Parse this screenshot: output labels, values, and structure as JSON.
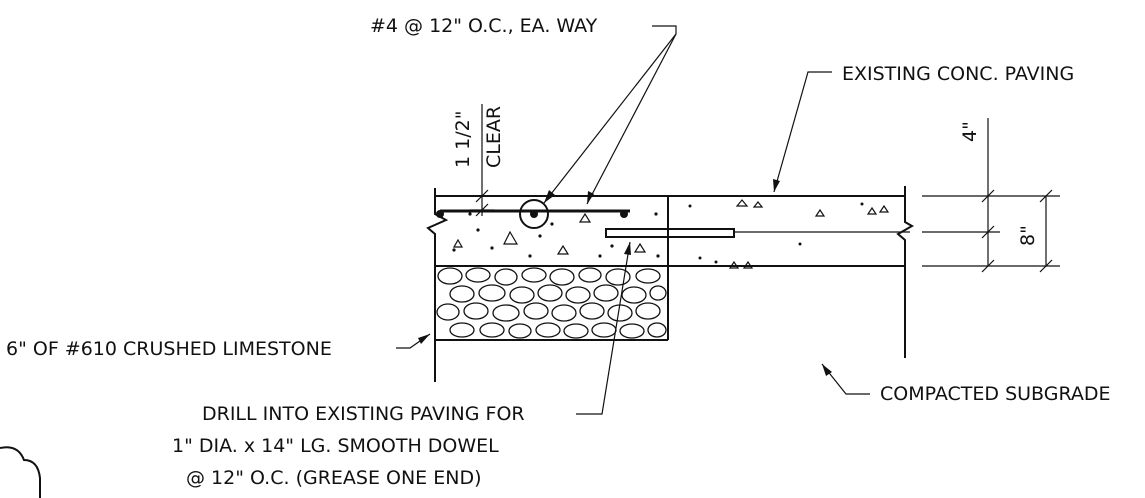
{
  "labels": {
    "rebar_callout": "#4 @ 12\" O.C., EA. WAY",
    "existing_paving": "EXISTING CONC. PAVING",
    "clear_cover_value": "1 1/2\"",
    "clear_cover_word": "CLEAR",
    "dim_top": "4\"",
    "dim_total": "8\"",
    "limestone": "6\" OF #610 CRUSHED LIMESTONE",
    "subgrade": "COMPACTED SUBGRADE",
    "dowel_line1": "DRILL INTO EXISTING PAVING FOR",
    "dowel_line2": "1\" DIA. x 14\" LG. SMOOTH DOWEL",
    "dowel_line3": "@ 12\" O.C. (GREASE ONE END)"
  }
}
